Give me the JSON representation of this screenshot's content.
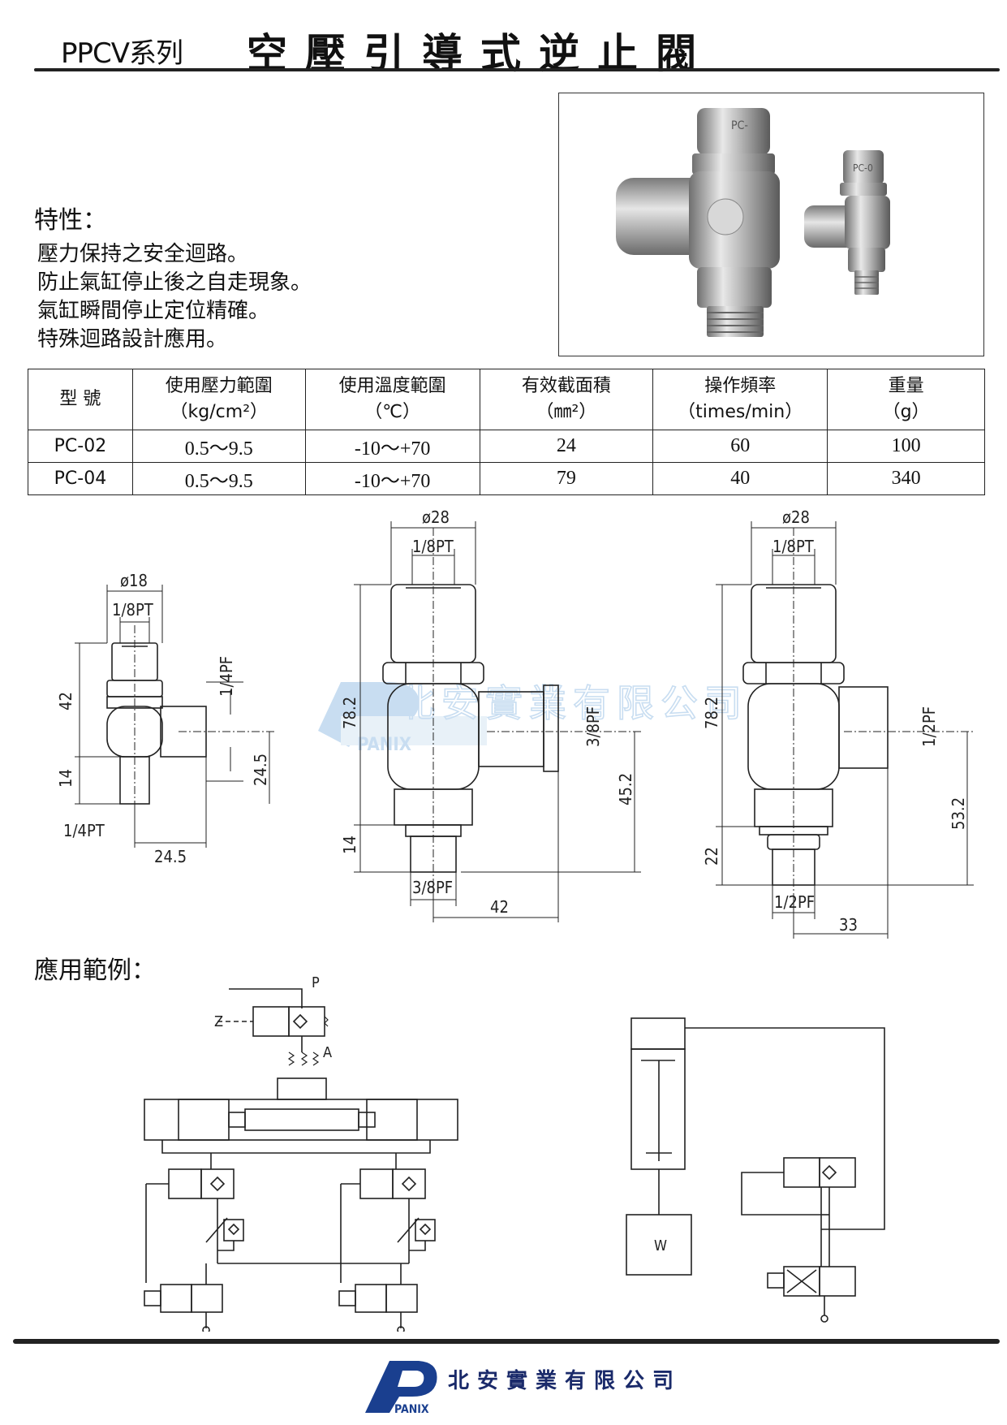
{
  "header": {
    "series": "PPCV系列",
    "title": "空壓引導式逆止閥"
  },
  "features": {
    "title": "特性：",
    "items": [
      "壓力保持之安全迴路。",
      "防止氣缸停止後之自走現象。",
      "氣缸瞬間停止定位精確。",
      "特殊迴路設計應用。"
    ]
  },
  "spec_table": {
    "headers": [
      {
        "line1": "型 號",
        "line2": ""
      },
      {
        "line1": "使用壓力範圍",
        "line2": "（kg/cm²）"
      },
      {
        "line1": "使用溫度範圍",
        "line2": "（℃）"
      },
      {
        "line1": "有效截面積",
        "line2": "（㎜²）"
      },
      {
        "line1": "操作頻率",
        "line2": "（times/min）"
      },
      {
        "line1": "重量",
        "line2": "（g）"
      }
    ],
    "rows": [
      [
        "PC-02",
        "0.5～9.5",
        "-10～+70",
        "24",
        "60",
        "100"
      ],
      [
        "PC-04",
        "0.5～9.5",
        "-10～+70",
        "79",
        "40",
        "340"
      ]
    ]
  },
  "photo": {
    "label_large": "PC-",
    "label_small": "PC-0"
  },
  "drawings": {
    "d1": {
      "dia": "ø18",
      "top_port": "1/8PT",
      "side_port": "1/4PF",
      "h_upper": "42",
      "h_lower": "14",
      "h_side": "24.5",
      "bottom_port": "1/4PT",
      "w_side": "24.5"
    },
    "d2": {
      "dia": "ø28",
      "top_port": "1/8PT",
      "h_total": "78.2",
      "side_port": "3/8PF",
      "h_side": "45.2",
      "h_lower": "14",
      "bottom_port": "3/8PF",
      "w_side": "42"
    },
    "d3": {
      "dia": "ø28",
      "top_port": "1/8PT",
      "h_total": "78.2",
      "side_port": "1/2PF",
      "h_side": "53.2",
      "h_lower": "22",
      "bottom_port": "1/2PF",
      "w_side": "33"
    }
  },
  "watermark": {
    "company": "北安實業有限公司",
    "brand": "PANIX"
  },
  "application": {
    "title": "應用範例：",
    "labels": {
      "p": "P",
      "z": "Z",
      "a": "A",
      "w": "W"
    }
  },
  "footer": {
    "company": "北安實業有限公司",
    "brand": "PANIX"
  },
  "colors": {
    "accent_blue": "#1a3f8f",
    "watermark_blue": "#9cc3e6",
    "ink": "#222222"
  }
}
